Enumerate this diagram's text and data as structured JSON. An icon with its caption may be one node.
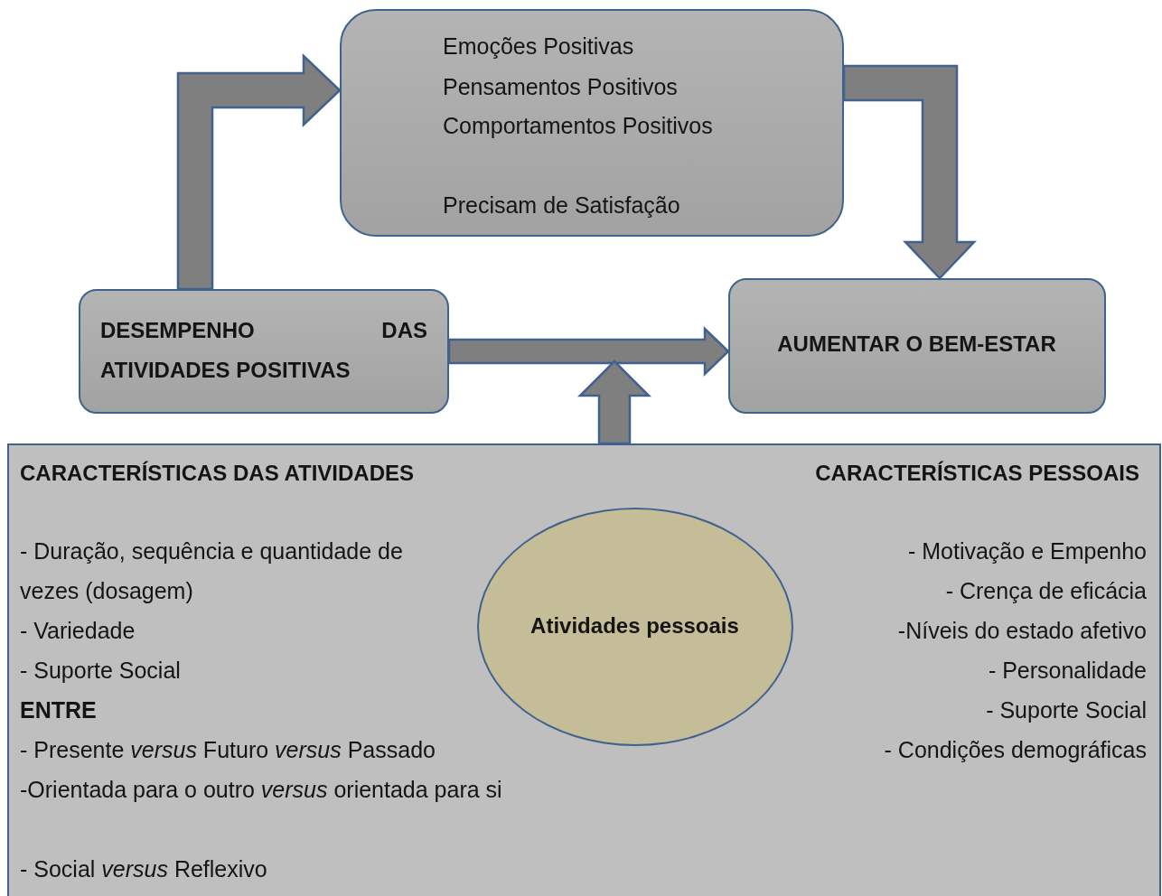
{
  "diagram": {
    "nodes": [
      {
        "text": [
          "Emoções Positivas",
          "Pensamentos Positivos",
          "Comportamentos Positivos",
          "Precisam de Satisfação"
        ]
      },
      {
        "text": [
          "DESEMPENHO DAS ATIVIDADES POSITIVAS"
        ]
      },
      {
        "text": [
          "AUMENTAR O BEM-ESTAR"
        ]
      },
      {
        "text": [
          "CARACTERÍSTICAS DAS ATIVIDADES",
          "CARACTERÍSTICAS PESSOAIS",
          "- Duração, sequência e quantidade de vezes (dosagem)",
          "- Variedade",
          "- Suporte Social",
          "**ENTRE**",
          "- Presente *versus* Futuro *versus* Passado",
          "-Orientada para o outro *versus* orientada para si",
          "- Social *versus* Reflexivo",
          "- Motivação e Empenho",
          "- Crença de eficácia",
          "-Níveis do estado afetivo",
          "- Personalidade",
          "- Suporte Social",
          "- Condições demográficas"
        ]
      },
      {
        "text": [
          "Atividades pessoais"
        ],
        "in": 3
      }
    ],
    "edges": [
      {
        "from": 1,
        "to": 0,
        "arrow": "to"
      },
      {
        "from": 0,
        "to": 2,
        "arrow": "to"
      },
      {
        "from": 1,
        "to": 2,
        "arrow": "to"
      },
      {
        "from": 3,
        "to": null,
        "arrow": "to"
      }
    ]
  }
}
